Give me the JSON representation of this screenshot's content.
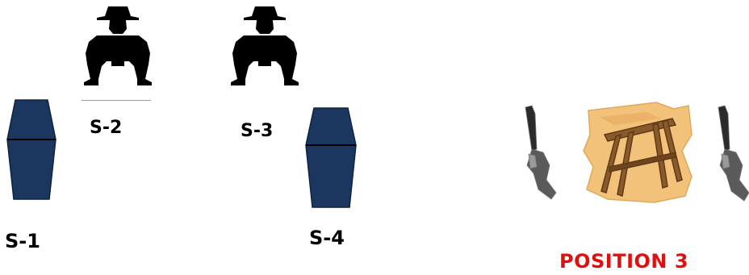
{
  "targets": [
    {
      "id": "S-1",
      "shape": "barrel-target"
    },
    {
      "id": "S-2",
      "shape": "bandit-silhouette"
    },
    {
      "id": "S-3",
      "shape": "bandit-silhouette"
    },
    {
      "id": "S-4",
      "shape": "barrel-target"
    }
  ],
  "position": {
    "label": "POSITION 3",
    "color": "#e01010",
    "props": [
      "pistol-icon",
      "sawhorse-icon",
      "pistol-icon"
    ]
  },
  "colors": {
    "barrel_fill": "#1b3760",
    "barrel_stroke": "#0e2340",
    "silhouette": "#000000",
    "sawhorse_board": "#f2c17a",
    "sawhorse_wood": "#8a5a2b"
  }
}
